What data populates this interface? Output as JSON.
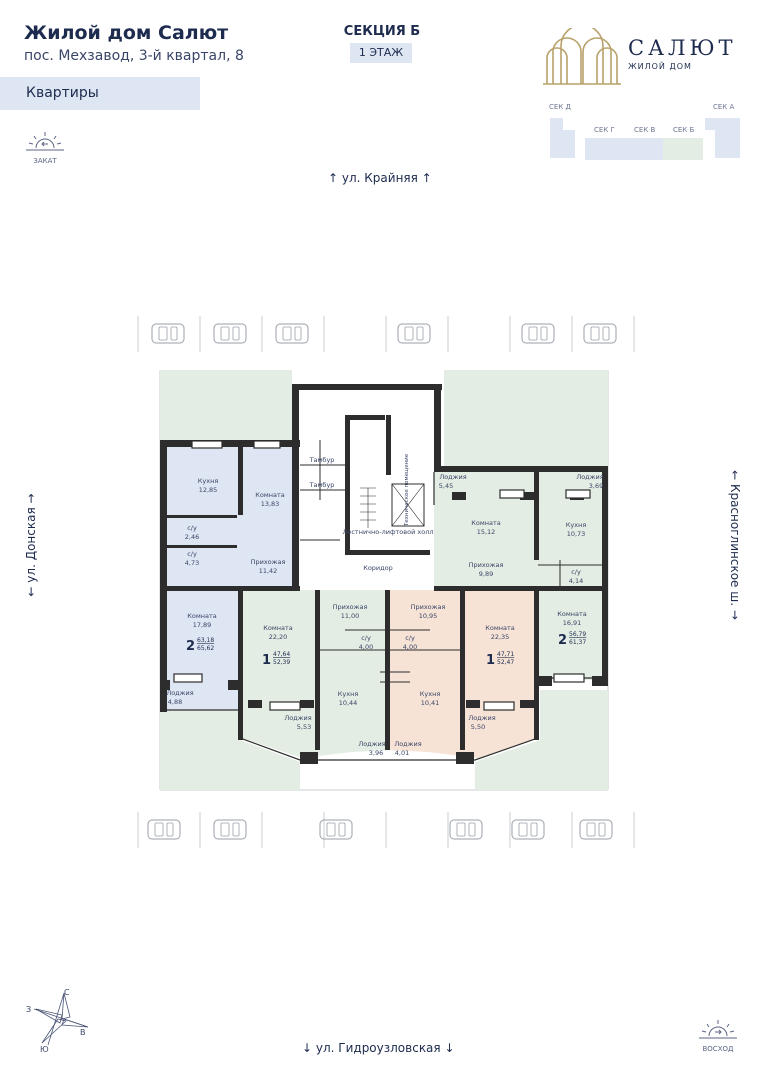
{
  "header": {
    "title": "Жилой дом Салют",
    "address": "пос. Мехзавод, 3-й квартал, 8",
    "tab": "Квартиры",
    "section": "СЕКЦИЯ Б",
    "floor": "1 ЭТАЖ"
  },
  "logo": {
    "name": "САЛЮТ",
    "sub": "ЖИЛОЙ ДОМ"
  },
  "minimap": {
    "sec_d": "СЕК Д",
    "sec_a": "СЕК А",
    "sec_g": "СЕК Г",
    "sec_v": "СЕК В",
    "sec_b": "СЕК Б"
  },
  "streets": {
    "top": "ул. Крайняя",
    "bottom": "ул. Гидроузловская",
    "left": "ул. Донская",
    "right": "Красноглинское ш."
  },
  "sun": {
    "sunset": "ЗАКАТ",
    "sunrise": "ВОСХОД"
  },
  "compass": {
    "n": "С",
    "s": "Ю",
    "w": "З",
    "e": "В"
  },
  "colors": {
    "blue": "#dfe6f3",
    "green": "#e4ede3",
    "peach": "#f6e3d6",
    "wall": "#2d2d2d"
  },
  "rooms": {
    "kitchen_a": {
      "name": "Кухня",
      "area": "12,85"
    },
    "room_a2": {
      "name": "Комната",
      "area": "13,83"
    },
    "bath_a1": {
      "name": "с/у",
      "area": "2,46"
    },
    "bath_a2": {
      "name": "с/у",
      "area": "4,73"
    },
    "hall_a": {
      "name": "Прихожая",
      "area": "11,42"
    },
    "room_a1": {
      "name": "Комната",
      "area": "17,89"
    },
    "loggia_a": {
      "name": "Лоджия",
      "area": "4,88"
    },
    "tambur1": {
      "name": "Тамбур"
    },
    "tambur2": {
      "name": "Тамбур"
    },
    "tech": {
      "name": "Техническое помещение"
    },
    "stair": {
      "name": "Лестнично-лифтовой холл"
    },
    "corridor": {
      "name": "Коридор"
    },
    "loggia_b1": {
      "name": "Лоджия",
      "area": "5,45"
    },
    "loggia_b2": {
      "name": "Лоджия",
      "area": "3,69"
    },
    "room_b": {
      "name": "Комната",
      "area": "15,12"
    },
    "kitchen_b": {
      "name": "Кухня",
      "area": "10,73"
    },
    "hall_b": {
      "name": "Прихожая",
      "area": "9,89"
    },
    "bath_b": {
      "name": "с/у",
      "area": "4,14"
    },
    "room_b2": {
      "name": "Комната",
      "area": "16,91"
    },
    "room_c": {
      "name": "Комната",
      "area": "22,20"
    },
    "hall_c": {
      "name": "Прихожая",
      "area": "11,00"
    },
    "bath_c": {
      "name": "с/у",
      "area": "4,00"
    },
    "kitchen_c": {
      "name": "Кухня",
      "area": "10,44"
    },
    "loggia_c": {
      "name": "Лоджия",
      "area": "5,53"
    },
    "loggia_c2": {
      "name": "Лоджия",
      "area": "3,96"
    },
    "hall_d": {
      "name": "Прихожая",
      "area": "10,95"
    },
    "bath_d": {
      "name": "с/у",
      "area": "4,00"
    },
    "kitchen_d": {
      "name": "Кухня",
      "area": "10,41"
    },
    "loggia_d2": {
      "name": "Лоджия",
      "area": "4,01"
    },
    "room_d": {
      "name": "Комната",
      "area": "22,35"
    },
    "loggia_d": {
      "name": "Лоджия",
      "area": "5,50"
    }
  },
  "apartments": {
    "a": {
      "rooms": "2",
      "living": "63,18",
      "total": "65,62"
    },
    "c": {
      "rooms": "1",
      "living": "47,64",
      "total": "52,39"
    },
    "d": {
      "rooms": "1",
      "living": "47,71",
      "total": "52,47"
    },
    "b": {
      "rooms": "2",
      "living": "56,79",
      "total": "61,37"
    }
  }
}
